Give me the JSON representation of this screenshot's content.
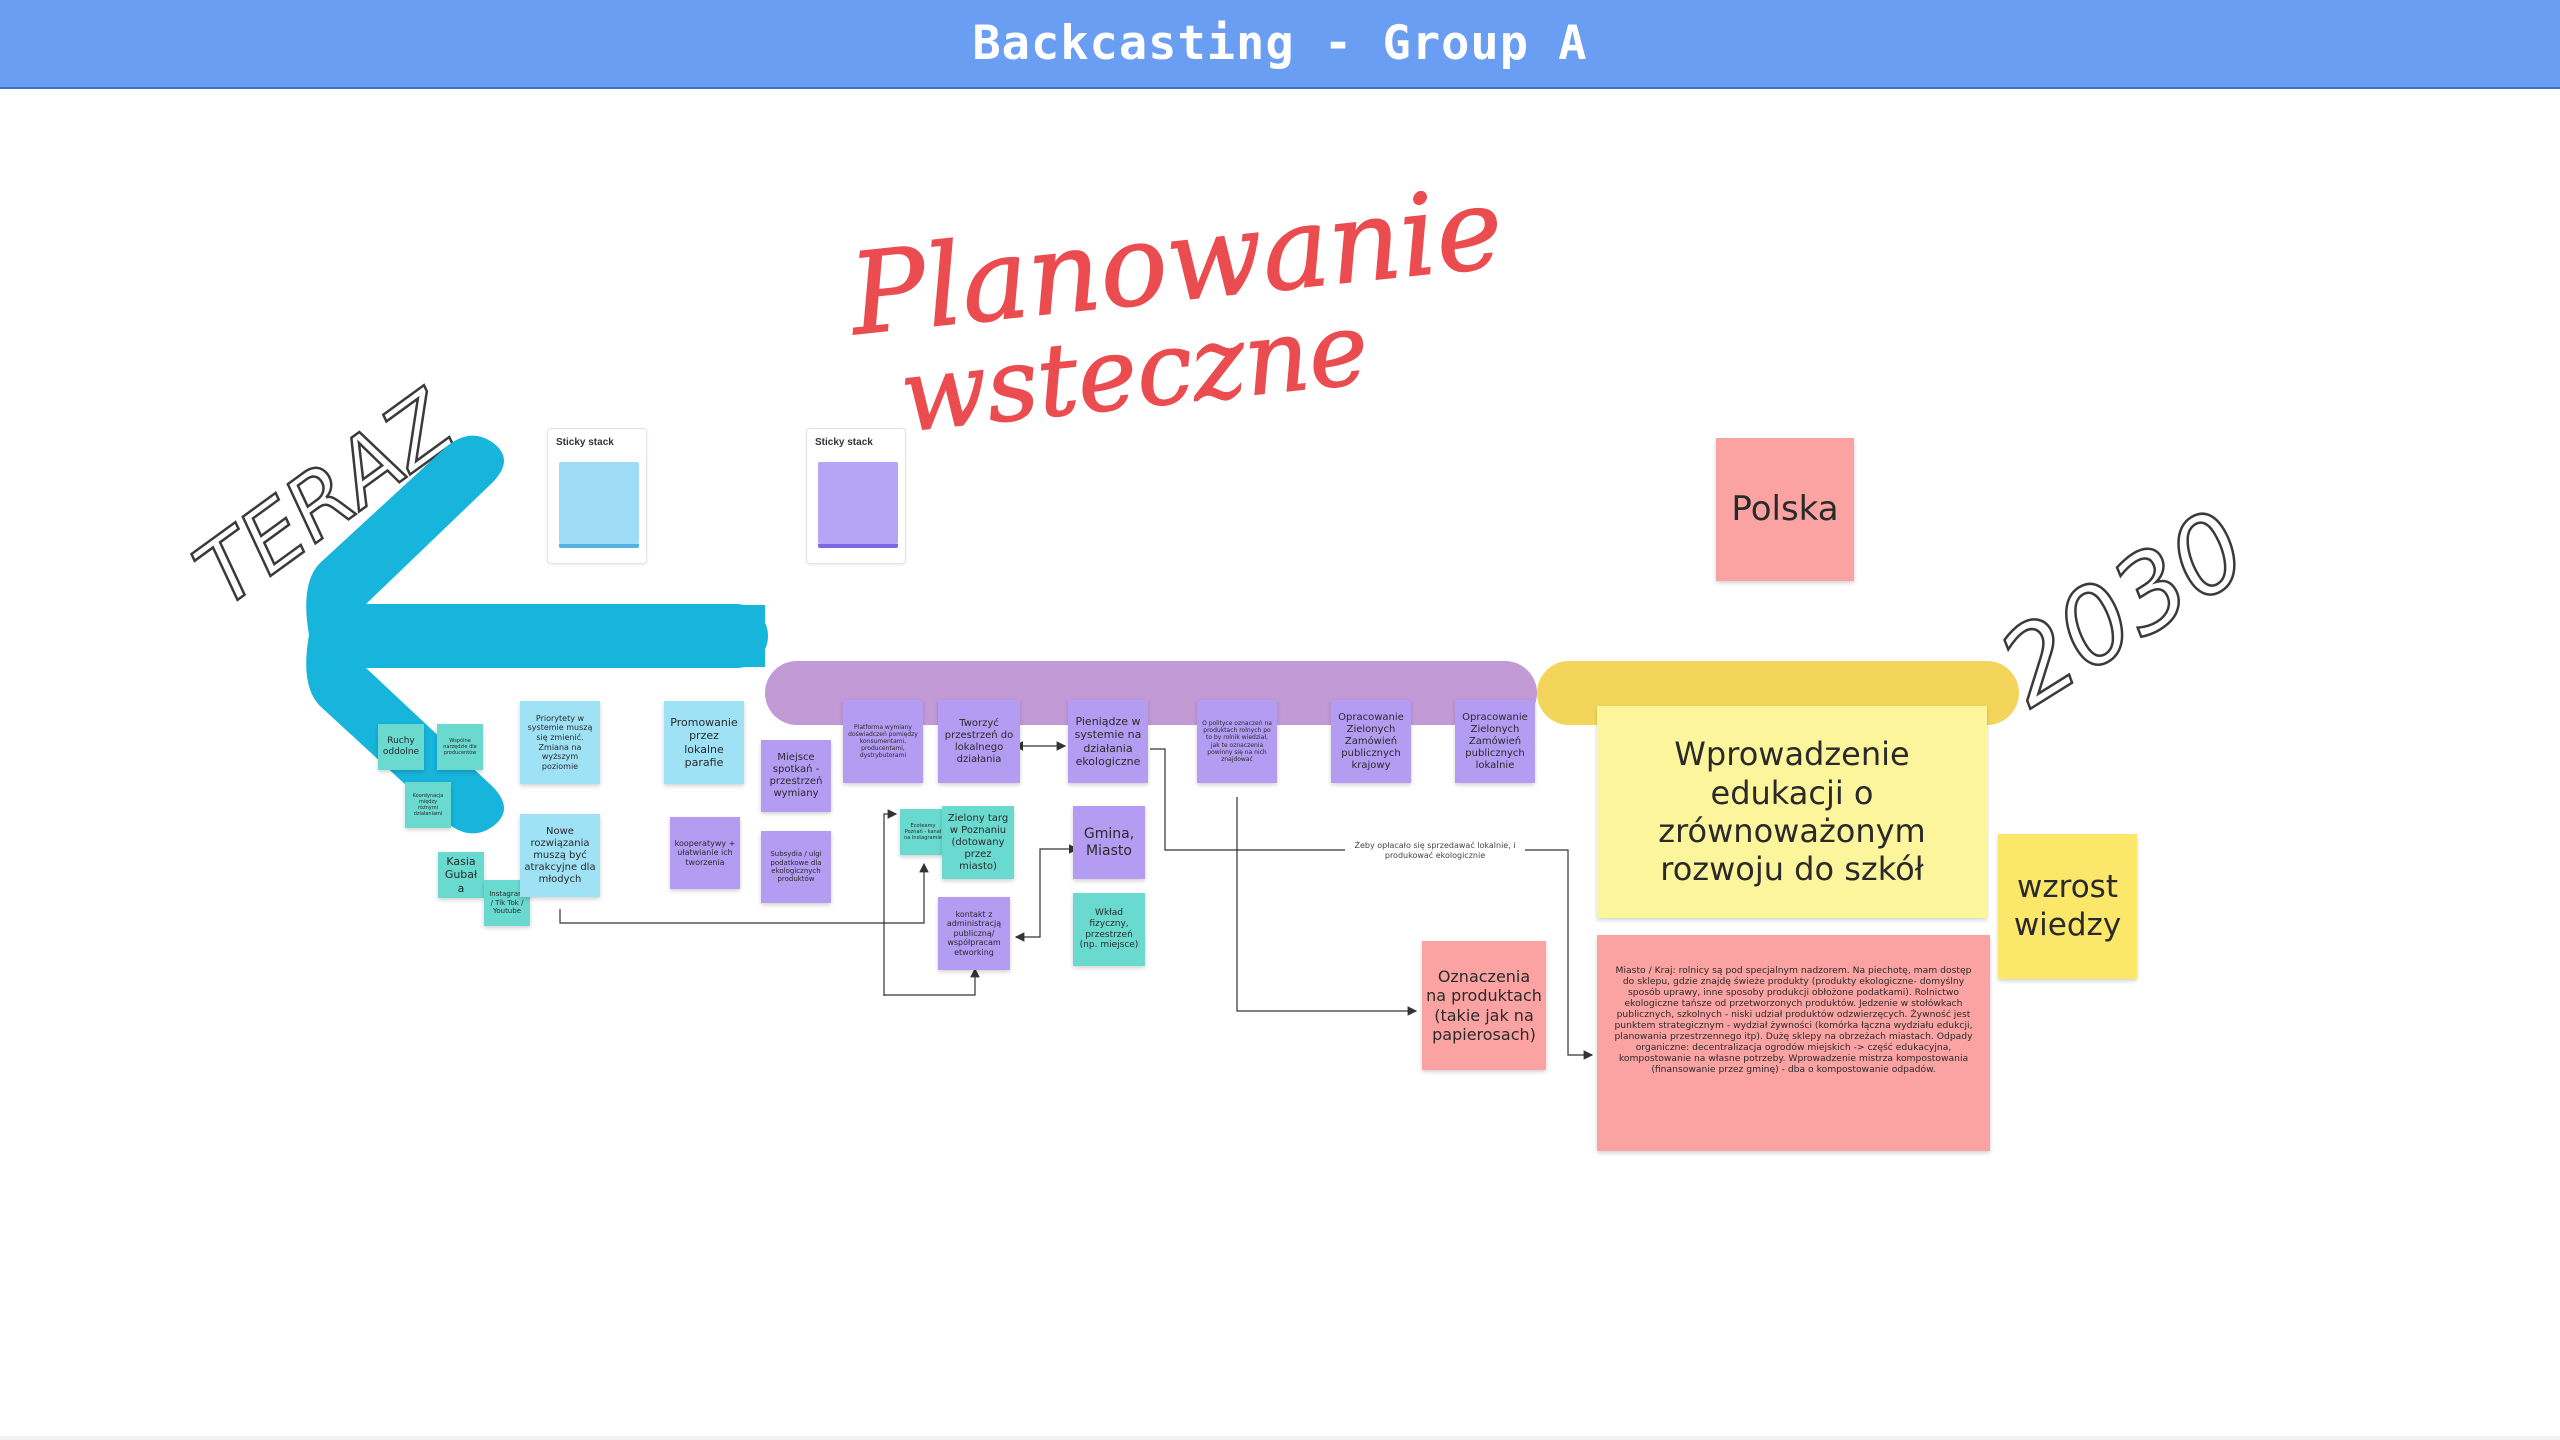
{
  "header": {
    "title": "Backcasting - Group A"
  },
  "handwriting": {
    "main_title_line1": "Planowanie",
    "main_title_line2": "wsteczne",
    "now": "TERAZ",
    "year": "2030"
  },
  "sticky_stacks": [
    {
      "label": "Sticky stack",
      "color": "#9edcf6",
      "edge": "#52b3e0"
    },
    {
      "label": "Sticky stack",
      "color": "#b6a4f6",
      "edge": "#7f66e6"
    }
  ],
  "colors": {
    "header": "#6a9ef2",
    "arrow": "#17b4dc",
    "lane_purple": "#c29ad6",
    "lane_yellow": "#f4d55b",
    "title_red": "#ea4c50"
  },
  "lane_label": "Polska",
  "notes": {
    "ruchy_oddolne": "Ruchy oddolne",
    "wspolne_narzedzie": "Wspólne narzędzie dla producentów",
    "koordynacja": "Koordynacja między różnymi działaniami",
    "kasia_gubala": "Kasia Gubała",
    "instagram": "Instagram / Tik Tok / Youtube",
    "priorytety": "Priorytety w systemie muszą się zmienić. Zmiana na wyższym poziomie",
    "nowe_rozwiazania": "Nowe rozwiązania muszą być atrakcyjne dla młodych",
    "promowanie": "Promowanie przez lokalne parafie",
    "kooperatywy": "kooperatywy + ułatwianie ich tworzenia",
    "miejsce_spotkan": "Miejsce spotkań - przestrzeń wymiany",
    "subsydia": "Subsydia / ulgi podatkowe dla ekologicznych produktów",
    "platforma": "Platforma wymiany doświadczeń pomiędzy konsumentami, producentami, dystrybutorami",
    "ecoteamy": "Ecoteamy Poznań - kanał na Instagramie",
    "tworzyc": "Tworzyć przestrzeń do lokalnego działania",
    "zielony_targ": "Zielony targ w Poznaniu (dotowany przez miasto)",
    "kontakt": "kontakt z administracją publiczną/ współpracam etworking",
    "pieniadze": "Pieniądze w systemie na działania ekologiczne",
    "gmina": "Gmina, Miasto",
    "wklad": "Wkład fizyczny, przestrzeń (np. miejsce)",
    "oznaczenia_info": "O polityce oznaczeń na produktach rolnych po to by rolnik wiedział, jak te oznaczenia powinny się na nich znajdować",
    "zamowienia_krajowe": "Opracowanie Zielonych Zamówień publicznych krajowy",
    "zamowienia_lokalne": "Opracowanie Zielonych Zamówień publicznych lokalnie",
    "edukacja": "Wprowadzenie edukacji o zrównoważonym rozwoju do szkół",
    "wzrost": "wzrost wiedzy",
    "oznaczenia_produkty": "Oznaczenia na produktach (takie jak na papierosach)",
    "miasto_kraj": "Miasto / Kraj: rolnicy są pod specjalnym nadzorem. Na piechotę, mam dostęp do sklepu, gdzie znajdę świeże produkty (produkty ekologiczne- domyślny sposób uprawy, inne sposoby produkcji obłożone podatkami). Rolnictwo ekologiczne tańsze od przetworzonych produktów. Jedzenie w stołówkach publicznych, szkolnych - niski udział produktów odzwierzęcych. Żywność jest punktem strategicznym - wydział żywności (komórka łączna wydziału edukcji, planowania przestrzennego itp). Dużę sklepy na obrzeżach miastach. Odpady organiczne: decentralizacja ogrodów miejskich -> część edukacyjna, kompostowanie na własne potrzeby. Wprowadzenie mistrza kompostowania (finansowanie przez gminę) - dba o kompostowanie odpadów."
  },
  "connector_label": "Żeby opłacało się sprzedawać lokalnie, i produkować ekologicznie"
}
